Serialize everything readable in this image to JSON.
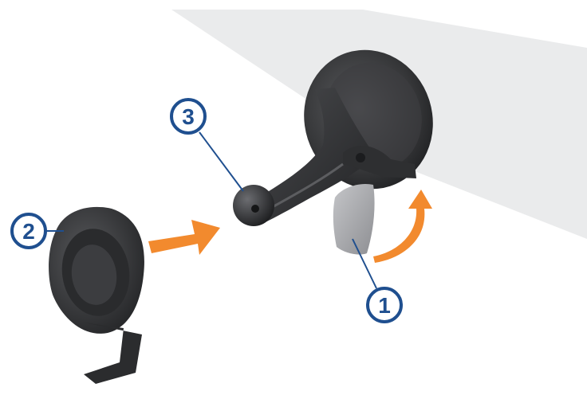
{
  "callouts": [
    {
      "id": "1",
      "label": "1",
      "part": "suction-cup-lever"
    },
    {
      "id": "2",
      "label": "2",
      "part": "device-cradle"
    },
    {
      "id": "3",
      "label": "3",
      "part": "ball-mount"
    }
  ],
  "colors": {
    "callout_stroke": "#1f4f8f",
    "callout_fill": "#ffffff",
    "arrow_orange": "#f28a2e",
    "windshield": "#e6e7e9",
    "mount_dark": "#3a3a3c",
    "lever_gray": "#a9aaad"
  },
  "icons": {
    "push_arrow": "arrow-right-icon",
    "rotate_arrow": "curved-arrow-up-icon"
  }
}
